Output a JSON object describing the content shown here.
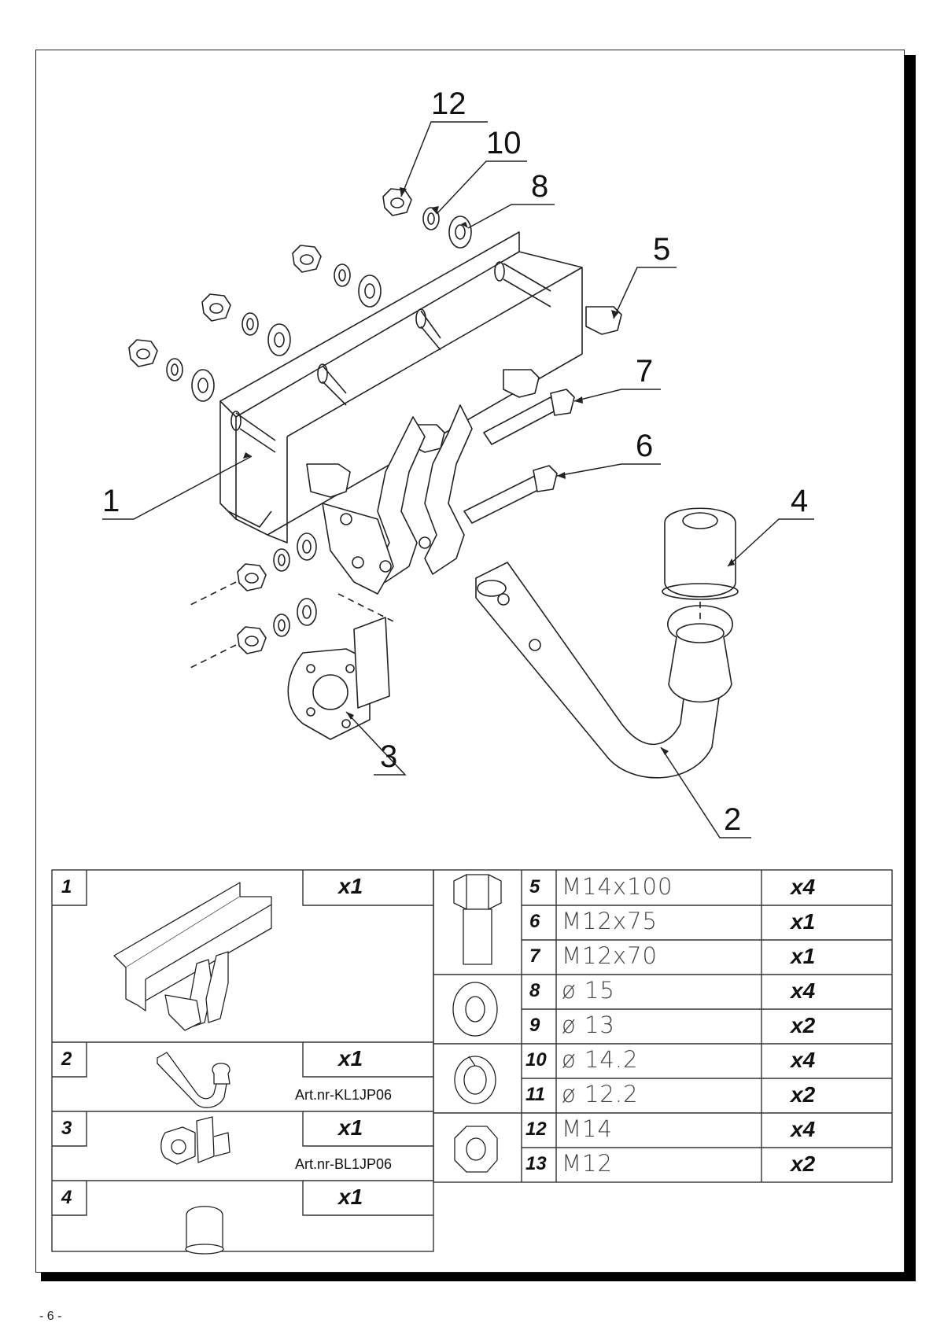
{
  "diagram": {
    "callouts": [
      "12",
      "10",
      "8",
      "5",
      "7",
      "6",
      "4",
      "1",
      "3",
      "2"
    ]
  },
  "parts_table": {
    "left_rows": [
      {
        "number": "1",
        "quantity": "x1",
        "article": ""
      },
      {
        "number": "2",
        "quantity": "x1",
        "article": "Art.nr-KL1JP06"
      },
      {
        "number": "3",
        "quantity": "x1",
        "article": "Art.nr-BL1JP06"
      },
      {
        "number": "4",
        "quantity": "x1",
        "article": ""
      }
    ],
    "right_rows": [
      {
        "number": "5",
        "spec": "M14x100",
        "quantity": "x4"
      },
      {
        "number": "6",
        "spec": "M12x75",
        "quantity": "x1"
      },
      {
        "number": "7",
        "spec": "M12x70",
        "quantity": "x1"
      },
      {
        "number": "8",
        "spec": "ø 15",
        "quantity": "x4"
      },
      {
        "number": "9",
        "spec": "ø 13",
        "quantity": "x2"
      },
      {
        "number": "10",
        "spec": "ø 14.2",
        "quantity": "x4"
      },
      {
        "number": "11",
        "spec": "ø 12.2",
        "quantity": "x2"
      },
      {
        "number": "12",
        "spec": "M14",
        "quantity": "x4"
      },
      {
        "number": "13",
        "spec": "M12",
        "quantity": "x2"
      }
    ]
  },
  "page_number": "- 6 -"
}
